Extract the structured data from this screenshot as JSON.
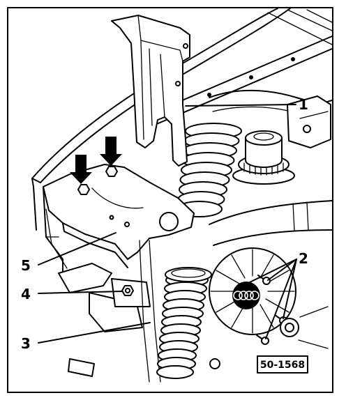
{
  "figure": {
    "number": "50-1568",
    "line_color": "#000000"
  },
  "callouts": [
    "1",
    "2",
    "3",
    "4",
    "5"
  ]
}
